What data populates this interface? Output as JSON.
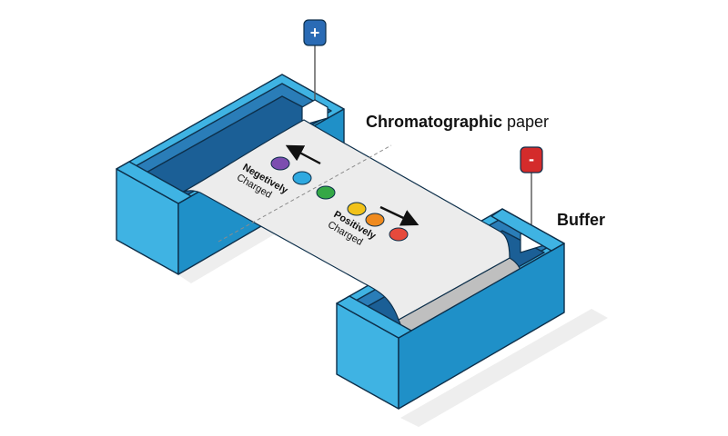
{
  "labels": {
    "paper_bold": "Chromatographic",
    "paper_rest": " paper",
    "buffer": "Buffer",
    "neg_line1": "Negetively",
    "neg_line2": "Charged",
    "pos_line1": "Positively",
    "pos_line2": "Charged"
  },
  "electrodes": {
    "anode": {
      "symbol": "+",
      "color": "#2a6bb5"
    },
    "cathode": {
      "symbol": "-",
      "color": "#d42b2b"
    }
  },
  "colors": {
    "tank_front": "#3fb3e3",
    "tank_side": "#1f90c8",
    "tank_inner": "#2a7db8",
    "tank_water": "#1b5f96",
    "paper": "#ececec",
    "outline": "#0d2f4a"
  },
  "spots": [
    {
      "name": "purple-spot",
      "color": "#7c4db0"
    },
    {
      "name": "blue-spot",
      "color": "#2fa9e0"
    },
    {
      "name": "green-spot",
      "color": "#35a846"
    },
    {
      "name": "yellow-spot",
      "color": "#f1c21a"
    },
    {
      "name": "orange-spot",
      "color": "#ef8a1e"
    },
    {
      "name": "red-spot",
      "color": "#e64a3c"
    }
  ]
}
